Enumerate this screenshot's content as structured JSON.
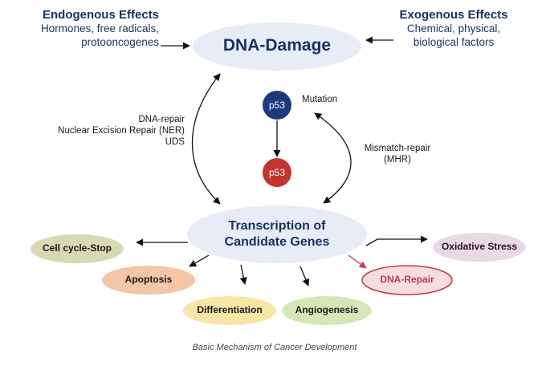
{
  "endogenous": {
    "title": "Endogenous Effects",
    "line1": "Hormones, free radicals,",
    "line2": "protooncogenes"
  },
  "exogenous": {
    "title": "Exogenous Effects",
    "line1": "Chemical, physical,",
    "line2": "biological factors"
  },
  "dna_damage": {
    "label": "DNA-Damage"
  },
  "dna_repair_left": {
    "line1": "DNA-repair",
    "line2": "Nuclear Excision Repair (NER)",
    "line3": "UDS"
  },
  "p53_top": {
    "label": "p53"
  },
  "p53_bottom": {
    "label": "p53"
  },
  "mutation": {
    "label": "Mutation"
  },
  "mismatch": {
    "line1": "Mismatch-repair",
    "line2": "(MHR)"
  },
  "transcription": {
    "line1": "Transcription of",
    "line2": "Candidate Genes"
  },
  "outcomes": {
    "cell_cycle": "Cell cycle-Stop",
    "apoptosis": "Apoptosis",
    "differentiation": "Differentiation",
    "angiogenesis": "Angiogenesis",
    "dna_repair": "DNA-Repair",
    "oxidative_stress": "Oxidative Stress"
  },
  "caption": "Basic Mechanism of Cancer Development",
  "colors": {
    "ellipse_fill": "#e8ecf7",
    "navy": "#16325f",
    "p53_blue": "#1b3a7a",
    "p53_red": "#c4332d",
    "cell_cycle": "#d6d9b4",
    "apoptosis": "#f3c6a7",
    "differentiation": "#f7e6a6",
    "angiogenesis": "#d3e8b7",
    "dna_repair_fill": "#f6dede",
    "dna_repair_stroke": "#c23a4f",
    "oxidative": "#ead8e2"
  }
}
